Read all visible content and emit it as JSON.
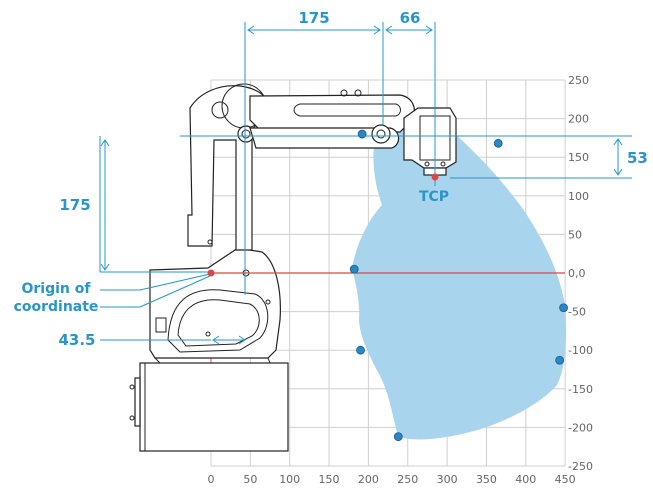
{
  "colors": {
    "workspace": "#a9d4ee",
    "grid": "#cfcfcf",
    "accent": "#2a95c8",
    "origin_line": "#e04545",
    "point": "#2a86c4"
  },
  "axes": {
    "x_ticks": [
      "0",
      "50",
      "100",
      "150",
      "200",
      "250",
      "300",
      "350",
      "400",
      "450"
    ],
    "y_ticks": [
      "250",
      "200",
      "150",
      "100",
      "50",
      "0,0",
      "-50",
      "-100",
      "-150",
      "-200",
      "-250"
    ]
  },
  "dimensions": {
    "top_left": "175",
    "top_right": "66",
    "right": "53",
    "left_vertical": "175",
    "bottom_offset": "43.5"
  },
  "labels": {
    "tcp": "TCP",
    "origin_line1": "Origin of",
    "origin_line2": "coordinate"
  },
  "workspace_points": [
    {
      "x": 192,
      "y": 180
    },
    {
      "x": 365,
      "y": 168
    },
    {
      "x": 182,
      "y": 5
    },
    {
      "x": 448,
      "y": -45
    },
    {
      "x": 190,
      "y": -100
    },
    {
      "x": 443,
      "y": -113
    },
    {
      "x": 238,
      "y": -212
    }
  ]
}
